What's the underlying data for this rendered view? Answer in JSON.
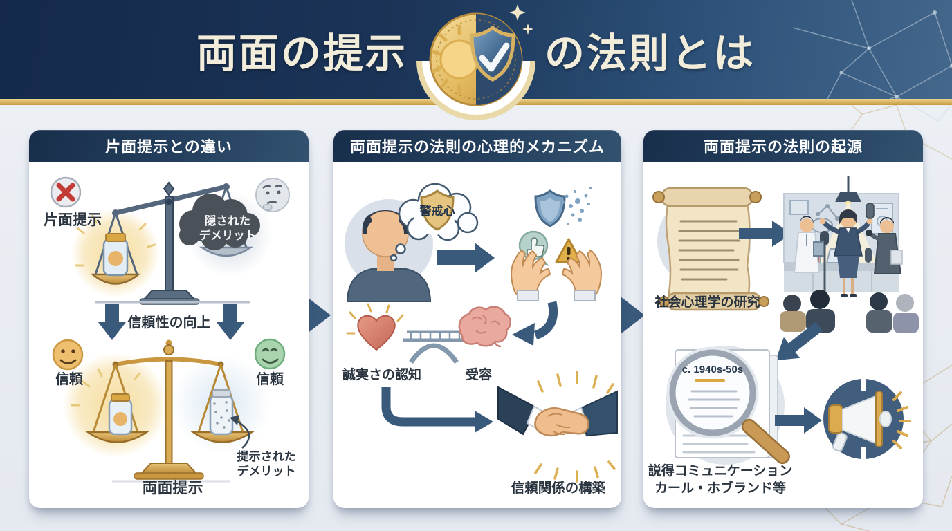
{
  "title": {
    "left": "両面の提示",
    "right": "の法則とは"
  },
  "medal": {
    "name": "sun-shield-medal",
    "sun_icon": "sun",
    "shield_icon": "shield-check"
  },
  "colors": {
    "header_navy": "#14294b",
    "header_steel": "#44678c",
    "gold_band": "#c79a3e",
    "panel_header": "#24405e",
    "arrow": "#3a5a7c",
    "background": "#e8ecf2",
    "card": "#ffffff",
    "accent_gold": "#d9a843",
    "alert_red": "#c23b34"
  },
  "panels": [
    {
      "header": "片面提示との違い",
      "labels": {
        "one_sided": "片面提示",
        "hidden_demerit_lines": [
          "隠された",
          "デメリット"
        ],
        "credibility": "信頼性の向上",
        "trust_left": "信頼",
        "trust_right": "信頼",
        "presented_demerit_lines": [
          "提示された",
          "デメリット"
        ],
        "two_sided": "両面提示"
      },
      "icons": [
        "cross-mark-icon",
        "unbalanced-scale-icon",
        "dark-cloud-icon",
        "thinking-face-icon",
        "down-arrow-icon",
        "smiley-face-icon",
        "relieved-face-icon",
        "balanced-scale-icon"
      ]
    },
    {
      "header": "両面提示の法則の心理的メカニズム",
      "labels": {
        "wariness": "警戒心",
        "sincerity": "誠実さの認知",
        "acceptance": "受容",
        "trust_building": "信頼関係の構築"
      },
      "icons": [
        "person-icon",
        "thought-bubble-icon",
        "shield-icon",
        "right-arrow-icon",
        "dissolving-shield-icon",
        "open-hands-icon",
        "thumbs-up-icon",
        "warning-triangle-icon",
        "curve-arrow-icon",
        "heart-icon",
        "bridge-icon",
        "brain-icon",
        "handshake-icon"
      ]
    },
    {
      "header": "両面提示の法則の起源",
      "labels": {
        "social_psych": "社会心理学の研究",
        "era": "c. 1940s-50s",
        "persuasive": "説得コミュニケーション",
        "hovland": "カール・ホブランド等"
      },
      "icons": [
        "scroll-icon",
        "right-arrow-icon",
        "lecture-scene-icon",
        "down-left-arrow-icon",
        "magnifier-document-icon",
        "megaphone-badge-icon"
      ]
    }
  ]
}
